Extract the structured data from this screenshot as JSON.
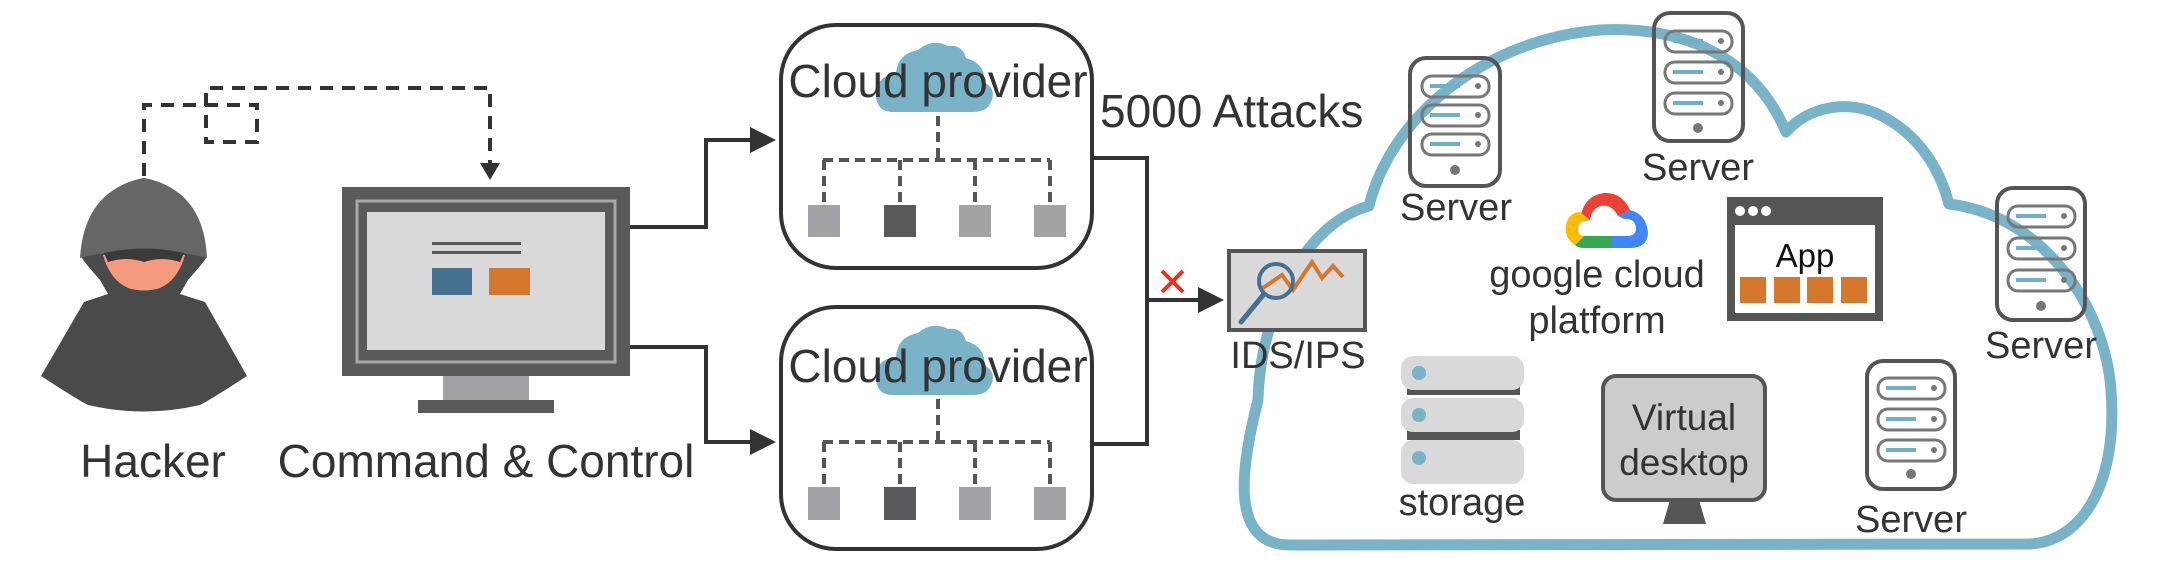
{
  "diagram": {
    "hacker": {
      "label": "Hacker"
    },
    "command_control": {
      "label": "Command & Control"
    },
    "cloud_providers": [
      {
        "label": "Cloud provider",
        "nodes": [
          "light",
          "dark",
          "light",
          "light"
        ]
      },
      {
        "label": "Cloud provider",
        "nodes": [
          "light",
          "dark",
          "light",
          "light"
        ]
      }
    ],
    "attacks_label": "5000 Attacks",
    "blocked_marker": "×",
    "ids": {
      "label": "IDS/IPS"
    },
    "cloud": {
      "platform_line1": "google cloud",
      "platform_line2": "platform",
      "servers": [
        {
          "label": "Server"
        },
        {
          "label": "Server"
        },
        {
          "label": "Server"
        },
        {
          "label": "Server"
        }
      ],
      "app": {
        "label": "App"
      },
      "virtual_desktop": {
        "line1": "Virtual",
        "line2": "desktop"
      },
      "storage": {
        "label": "storage"
      }
    }
  },
  "colors": {
    "dark": "#555555",
    "ink": "#333333",
    "cloud_blue": "#78b3c8",
    "accent_orange": "#d5772c",
    "accent_blue": "#45718f",
    "alert_red": "#e8331c",
    "google_red": "#ea4335",
    "google_blue": "#4285f4",
    "google_green": "#34a853",
    "google_yellow": "#fbbc05"
  }
}
